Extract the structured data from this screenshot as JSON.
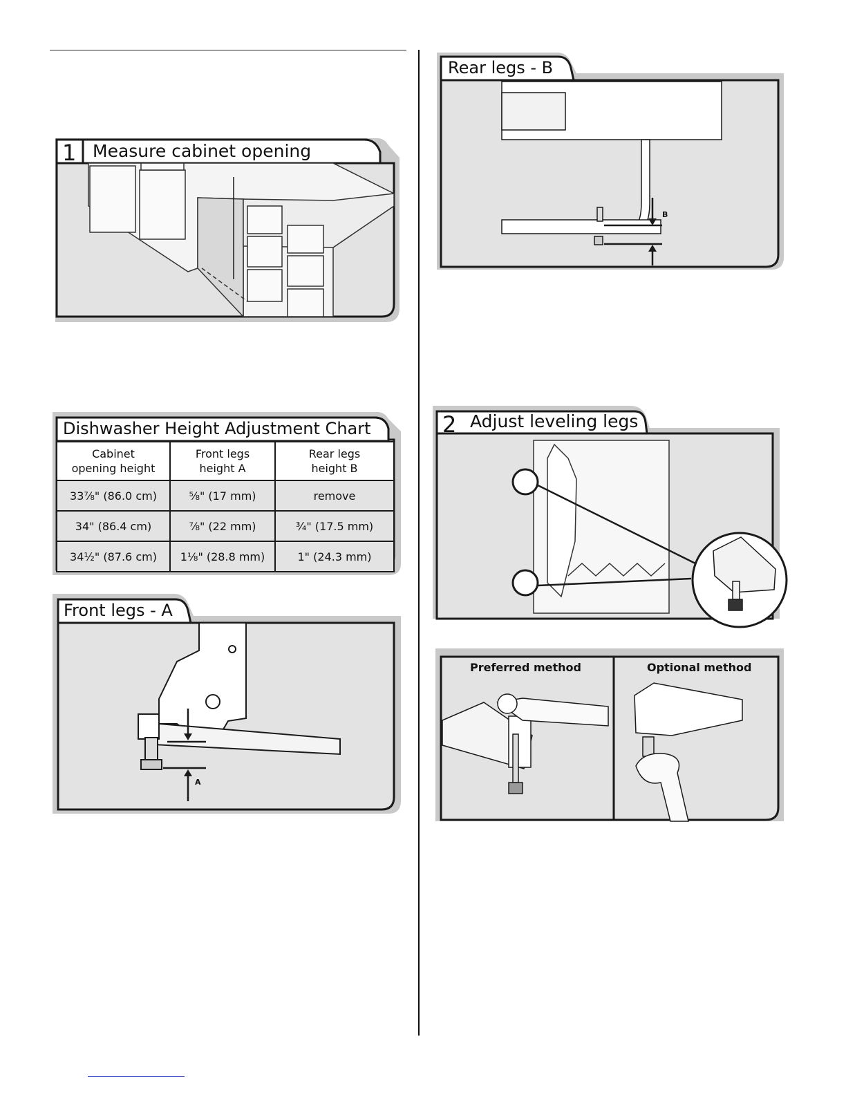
{
  "panels": {
    "measure": {
      "step_number": "1",
      "title": "Measure cabinet opening"
    },
    "rear_legs": {
      "title": "Rear legs - B",
      "dimension_label": "B"
    },
    "adjust": {
      "step_number": "2",
      "title": "Adjust leveling legs"
    },
    "front_legs": {
      "title": "Front legs - A",
      "dimension_label": "A"
    },
    "methods": {
      "preferred": "Preferred method",
      "optional": "Optional method"
    }
  },
  "height_chart": {
    "title": "Dishwasher Height Adjustment Chart",
    "headers": [
      [
        "Cabinet",
        "opening height"
      ],
      [
        "Front legs",
        "height A"
      ],
      [
        "Rear legs",
        "height B"
      ]
    ],
    "rows": [
      [
        "33⅞\" (86.0 cm)",
        "⅝\" (17 mm)",
        "remove"
      ],
      [
        "34\" (86.4 cm)",
        "⅞\" (22 mm)",
        "¾\" (17.5 mm)"
      ],
      [
        "34½\" (87.6 cm)",
        "1⅛\" (28.8 mm)",
        "1\" (24.3 mm)"
      ]
    ]
  },
  "colors": {
    "panel_fill": "#e3e3e3",
    "panel_shadow": "#c8c8c8",
    "line": "#1a1a1a"
  }
}
